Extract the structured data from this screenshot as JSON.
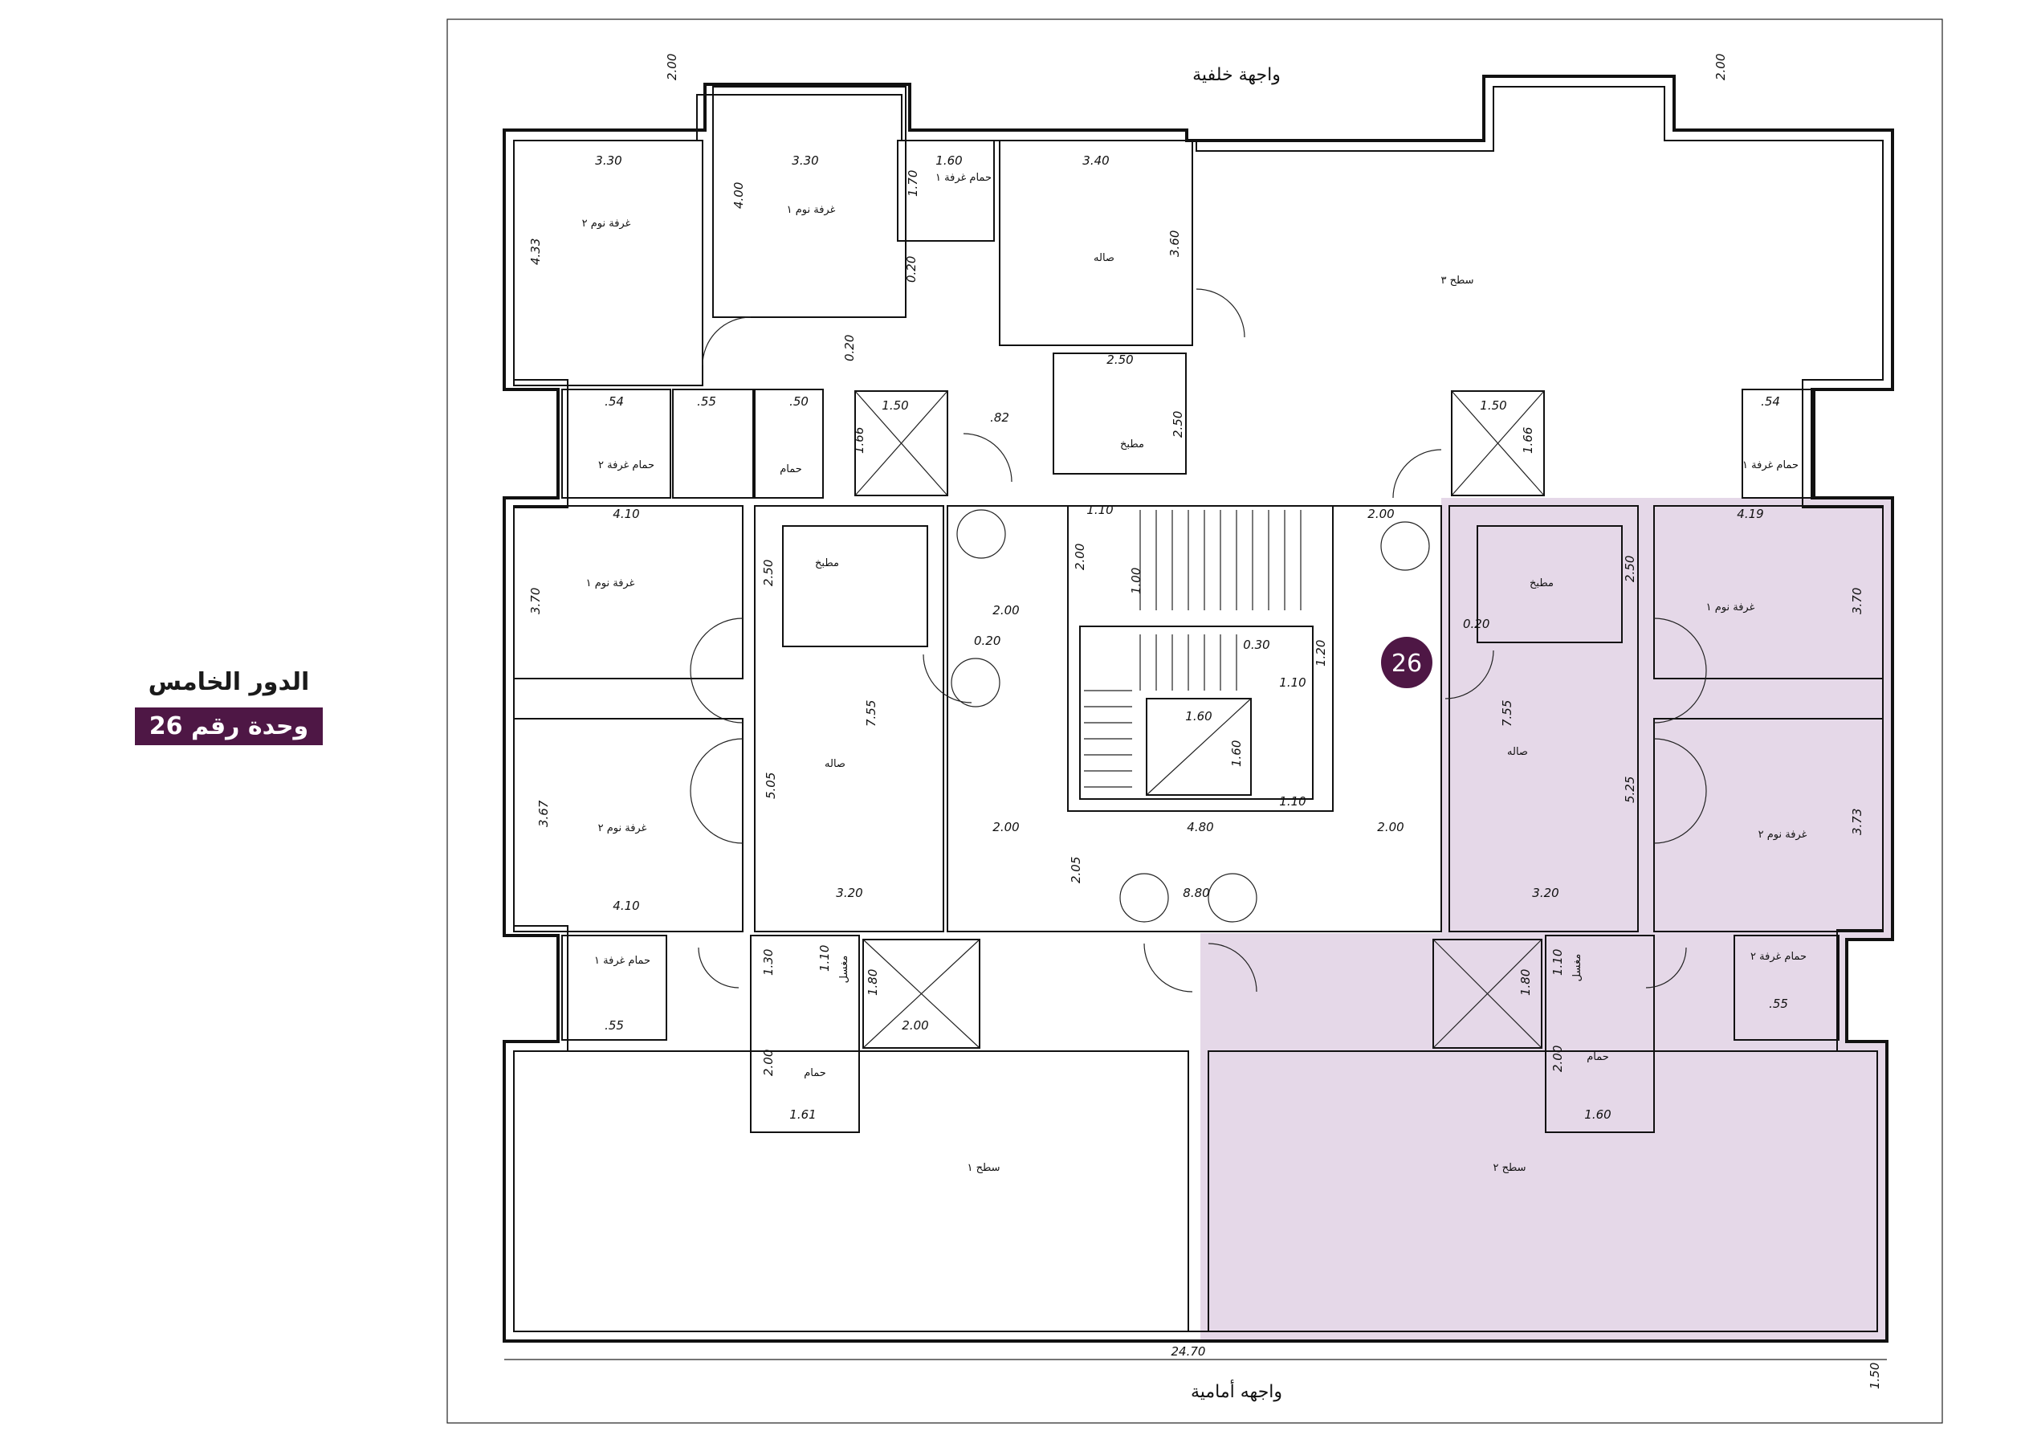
{
  "legend": {
    "floor_title": "الدور الخامس",
    "unit_label": "وحدة رقم 26"
  },
  "marker": {
    "number": "26",
    "color": "#4e1745"
  },
  "highlight_color": "#e5d8e8",
  "facades": {
    "rear": "واجهة خلفية",
    "front": "واجهه أمامية"
  },
  "rooms": {
    "bedroom2_nw": "غرفة نوم ٢",
    "bedroom1_n": "غرفة نوم ١",
    "bath_bedroom1_n": "حمام غرفة ١",
    "hall_n": "صاله",
    "roof3": "سطح ٣",
    "kitchen_n": "مطبخ",
    "bath_bedroom2_nw": "حمام غرفة ٢",
    "bath_mid_nw": "حمام",
    "bath_bedroom1_ne": "حمام غرفة ١",
    "bedroom1_w": "غرفة نوم ١",
    "kitchen_w": "مطبخ",
    "hall_w": "صاله",
    "bedroom2_w": "غرفة نوم ٢",
    "bath_bedroom1_sw": "حمام غرفة ١",
    "bath_sw": "حمام",
    "roof1": "سطح ١",
    "kitchen_e": "مطبخ",
    "hall_e": "صاله",
    "bedroom1_e": "غرفة نوم ١",
    "bedroom2_e": "غرفة نوم ٢",
    "bath_bedroom2_se": "حمام غرفة ٢",
    "bath_se": "حمام",
    "roof2": "سطح ٢",
    "closet_w": "مغسل",
    "closet_e": "مغسل"
  },
  "dimensions": {
    "d_200_tl": "2.00",
    "d_200_tr": "2.00",
    "d_330_a": "3.30",
    "d_330_b": "3.30",
    "d_160_a": "1.60",
    "d_340": "3.40",
    "d_433": "4.33",
    "d_400": "4.00",
    "d_170": "1.70",
    "d_360": "3.60",
    "d_020_a": "0.20",
    "d_020_b": "0.20",
    "d_250_a": "2.50",
    "d_250_b": "2.50",
    "d_054_a": ".54",
    "d_055_a": ".55",
    "d_050": ".50",
    "d_082": ".82",
    "d_150_a": "1.50",
    "d_166_a": "1.66",
    "d_150_b": "1.50",
    "d_166_b": "1.66",
    "d_054_b": ".54",
    "d_110_a": "1.10",
    "d_200_c": "2.00",
    "d_100": "1.00",
    "d_200_d": "2.00",
    "d_410_a": "4.10",
    "d_370_a": "3.70",
    "d_250_c": "2.50",
    "d_755_a": "7.55",
    "d_020_c": "0.20",
    "d_505": "5.05",
    "d_200_e": "2.00",
    "d_030": "0.30",
    "d_120": "1.20",
    "d_110_b": "1.10",
    "d_160_b": "1.60",
    "d_160_c": "1.60",
    "d_110_c": "1.10",
    "d_480": "4.80",
    "d_200_f": "2.00",
    "d_200_g": "2.00",
    "d_205": "2.05",
    "d_880": "8.80",
    "d_320_a": "3.20",
    "d_320_b": "3.20",
    "d_367": "3.67",
    "d_410_b": "4.10",
    "d_755_b": "7.55",
    "d_020_d": "0.20",
    "d_250_d": "2.50",
    "d_419": "4.19",
    "d_370_b": "3.70",
    "d_525": "5.25",
    "d_373": "3.73",
    "d_130": "1.30",
    "d_110_d": "1.10",
    "d_180_a": "1.80",
    "d_200_h": "2.00",
    "d_200_i": "2.00",
    "d_161": "1.61",
    "d_055_b": ".55",
    "d_180_b": "1.80",
    "d_110_e": "1.10",
    "d_160_d": "1.60",
    "d_055_c": ".55",
    "d_2470": "24.70",
    "d_150_c": "1.50",
    "d_200_j": "2.00"
  }
}
